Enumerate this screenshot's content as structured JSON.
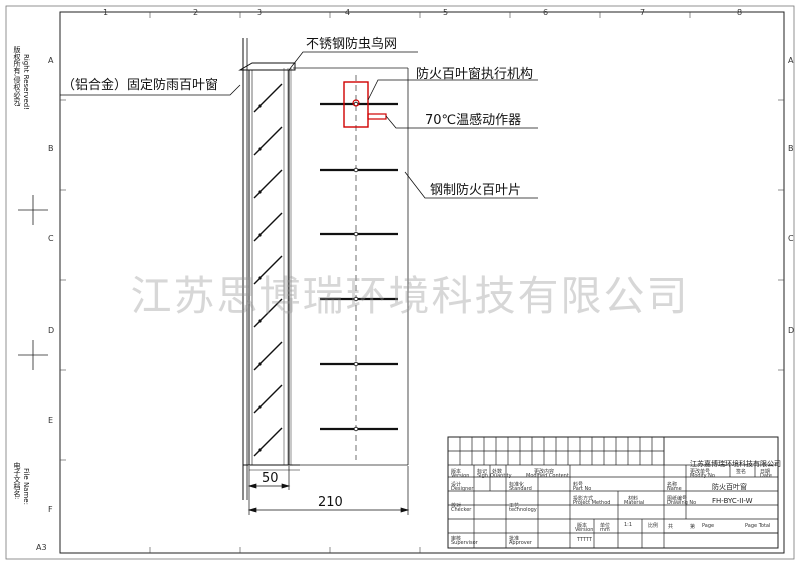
{
  "labels": {
    "mesh": "不锈钢防虫鸟网",
    "fixed_louver": "（铝合金）固定防雨百叶窗",
    "actuator": "防火百叶窗执行机构",
    "thermal": "70℃温感动作器",
    "blade": "钢制防火百叶片"
  },
  "dimensions": {
    "left": "50",
    "total": "210"
  },
  "watermark": "江苏思博瑞环境科技有限公司",
  "margin_text": {
    "rights": "版权所有,侵权必究!",
    "rights_en": "Right Reserved!",
    "file_cn": "电子文档名:",
    "file_en": "File Name:"
  },
  "grid": {
    "top": [
      "1",
      "2",
      "3",
      "4",
      "5",
      "6",
      "7",
      "8"
    ],
    "side": [
      "A",
      "B",
      "C",
      "D",
      "E",
      "F"
    ],
    "sheet": "A3"
  },
  "title_block": {
    "company": "江苏嘉博瑞环境科技有限公司",
    "design": "设计",
    "design_en": "Designer",
    "check": "校对",
    "check_en": "Checker",
    "audit": "审核",
    "audit_en": "Supervisor",
    "standard": "标准化",
    "standard_en": "Standard",
    "tech": "工艺",
    "tech_en": "technology",
    "approve": "批准",
    "approve_en": "Approver",
    "version": "版本",
    "version_en": "Version",
    "mark": "标记",
    "mark_en": "Sign",
    "count": "处数",
    "count_en": "Quantity",
    "change": "更改内容",
    "change_en": "Modified Content",
    "material_no": "料号",
    "material_no_en": "Part No",
    "project": "投影方式",
    "project_en": "Project Method",
    "material": "材料",
    "material_en": "Material",
    "name_label": "名称",
    "name_label_en": "Name",
    "name_value": "防火百叶窗",
    "drawing_no_label": "图纸编号",
    "drawing_no_en": "Drawing No",
    "drawing_no_value": "FH-BYC-II-W",
    "changed_no": "更改单号",
    "changed_no_en": "Modify No",
    "sign": "签名",
    "date": "日期",
    "date_en": "Date",
    "unit": "单位",
    "scale": "比例",
    "ratio": "1:1",
    "page": "第",
    "page_en": "Page",
    "total": "共",
    "total_en": "Page Total",
    "mark_unit": "mm",
    "version_value": "版本",
    "version_value_en": "Version",
    "blank_mark": "TTTTT"
  }
}
